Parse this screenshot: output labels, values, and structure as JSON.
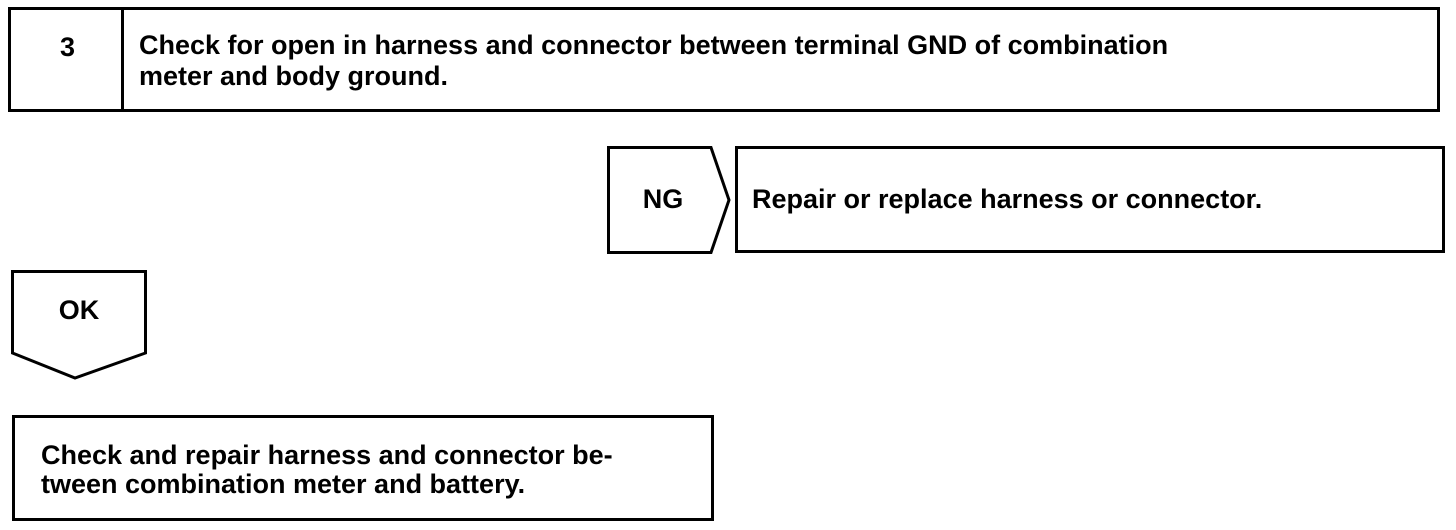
{
  "step": {
    "number": "3",
    "title_line1": "Check for open in harness and connector between terminal GND of combination",
    "title_line2": "meter and body ground."
  },
  "ng_branch": {
    "label": "NG",
    "action": "Repair or replace harness or connector."
  },
  "ok_branch": {
    "label": "OK",
    "action_line1": "Check and repair harness and connector be-",
    "action_line2": "tween combination meter and battery."
  }
}
